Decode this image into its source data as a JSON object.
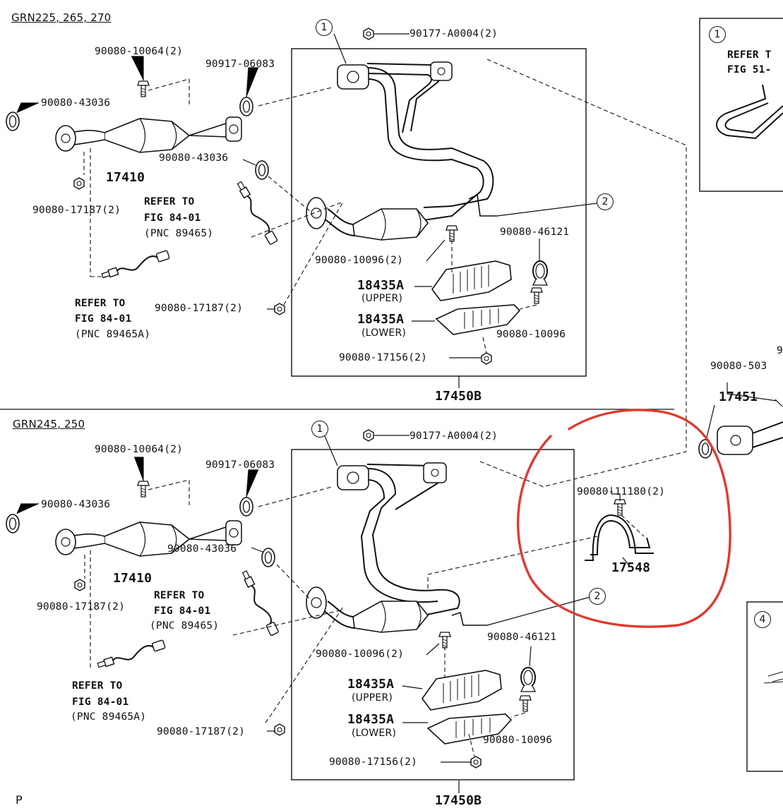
{
  "top": {
    "section": "GRN225, 265, 270",
    "bolt_top": "90080-10064(2)",
    "gasket_left": "90080-43036",
    "part_cat": "17410",
    "gasket_mid": "90080-43036",
    "nut_left": "90080-17187(2)",
    "ref_a": {
      "l1": "REFER TO",
      "l2": "FIG 84-01",
      "l3": "(PNC 89465)"
    },
    "ref_b": {
      "l1": "REFER TO",
      "l2": "FIG 84-01",
      "l3": "(PNC 89465A)"
    },
    "nut_low": "90080-17187(2)",
    "nut_cap": "90177-A0004(2)",
    "gasket_cap": "90917-06083",
    "bolt_mid": "90080-10096(2)",
    "clamp": "90080-46121",
    "heat_upper": "18435A",
    "heat_upper_sub": "(UPPER)",
    "heat_lower": "18435A",
    "heat_lower_sub": "(LOWER)",
    "bolt_right": "90080-10096",
    "nut_bottom": "90080-17156(2)",
    "assy": "17450B"
  },
  "bottom": {
    "section": "GRN245, 250",
    "bolt_top": "90080-10064(2)",
    "gasket_left": "90080-43036",
    "part_cat": "17410",
    "gasket_mid": "90080-43036",
    "nut_left": "90080-17187(2)",
    "ref_a": {
      "l1": "REFER TO",
      "l2": "FIG 84-01",
      "l3": "(PNC 89465)"
    },
    "ref_b": {
      "l1": "REFER TO",
      "l2": "FIG 84-01",
      "l3": "(PNC 89465A)"
    },
    "nut_low": "90080-17187(2)",
    "nut_cap": "90177-A0004(2)",
    "gasket_cap": "90917-06083",
    "bolt_mid": "90080-10096(2)",
    "clamp": "90080-46121",
    "heat_upper": "18435A",
    "heat_upper_sub": "(UPPER)",
    "heat_lower": "18435A",
    "heat_lower_sub": "(LOWER)",
    "bolt_right": "90080-10096",
    "nut_bottom": "90080-17156(2)",
    "assy": "17450B"
  },
  "bracket": {
    "bolt": "90080-11180(2)",
    "part": "17548"
  },
  "right": {
    "box1_ref_l1": "REFER T",
    "box1_ref_l2": "FIG 51-",
    "cut_9": "9",
    "gasket": "90080-503",
    "pipe": "17451"
  },
  "callouts": {
    "c1": "1",
    "c2": "2",
    "c4": "4"
  },
  "page_letter": "P",
  "colors": {
    "line": "#111111",
    "highlight": "#e03a2f"
  }
}
